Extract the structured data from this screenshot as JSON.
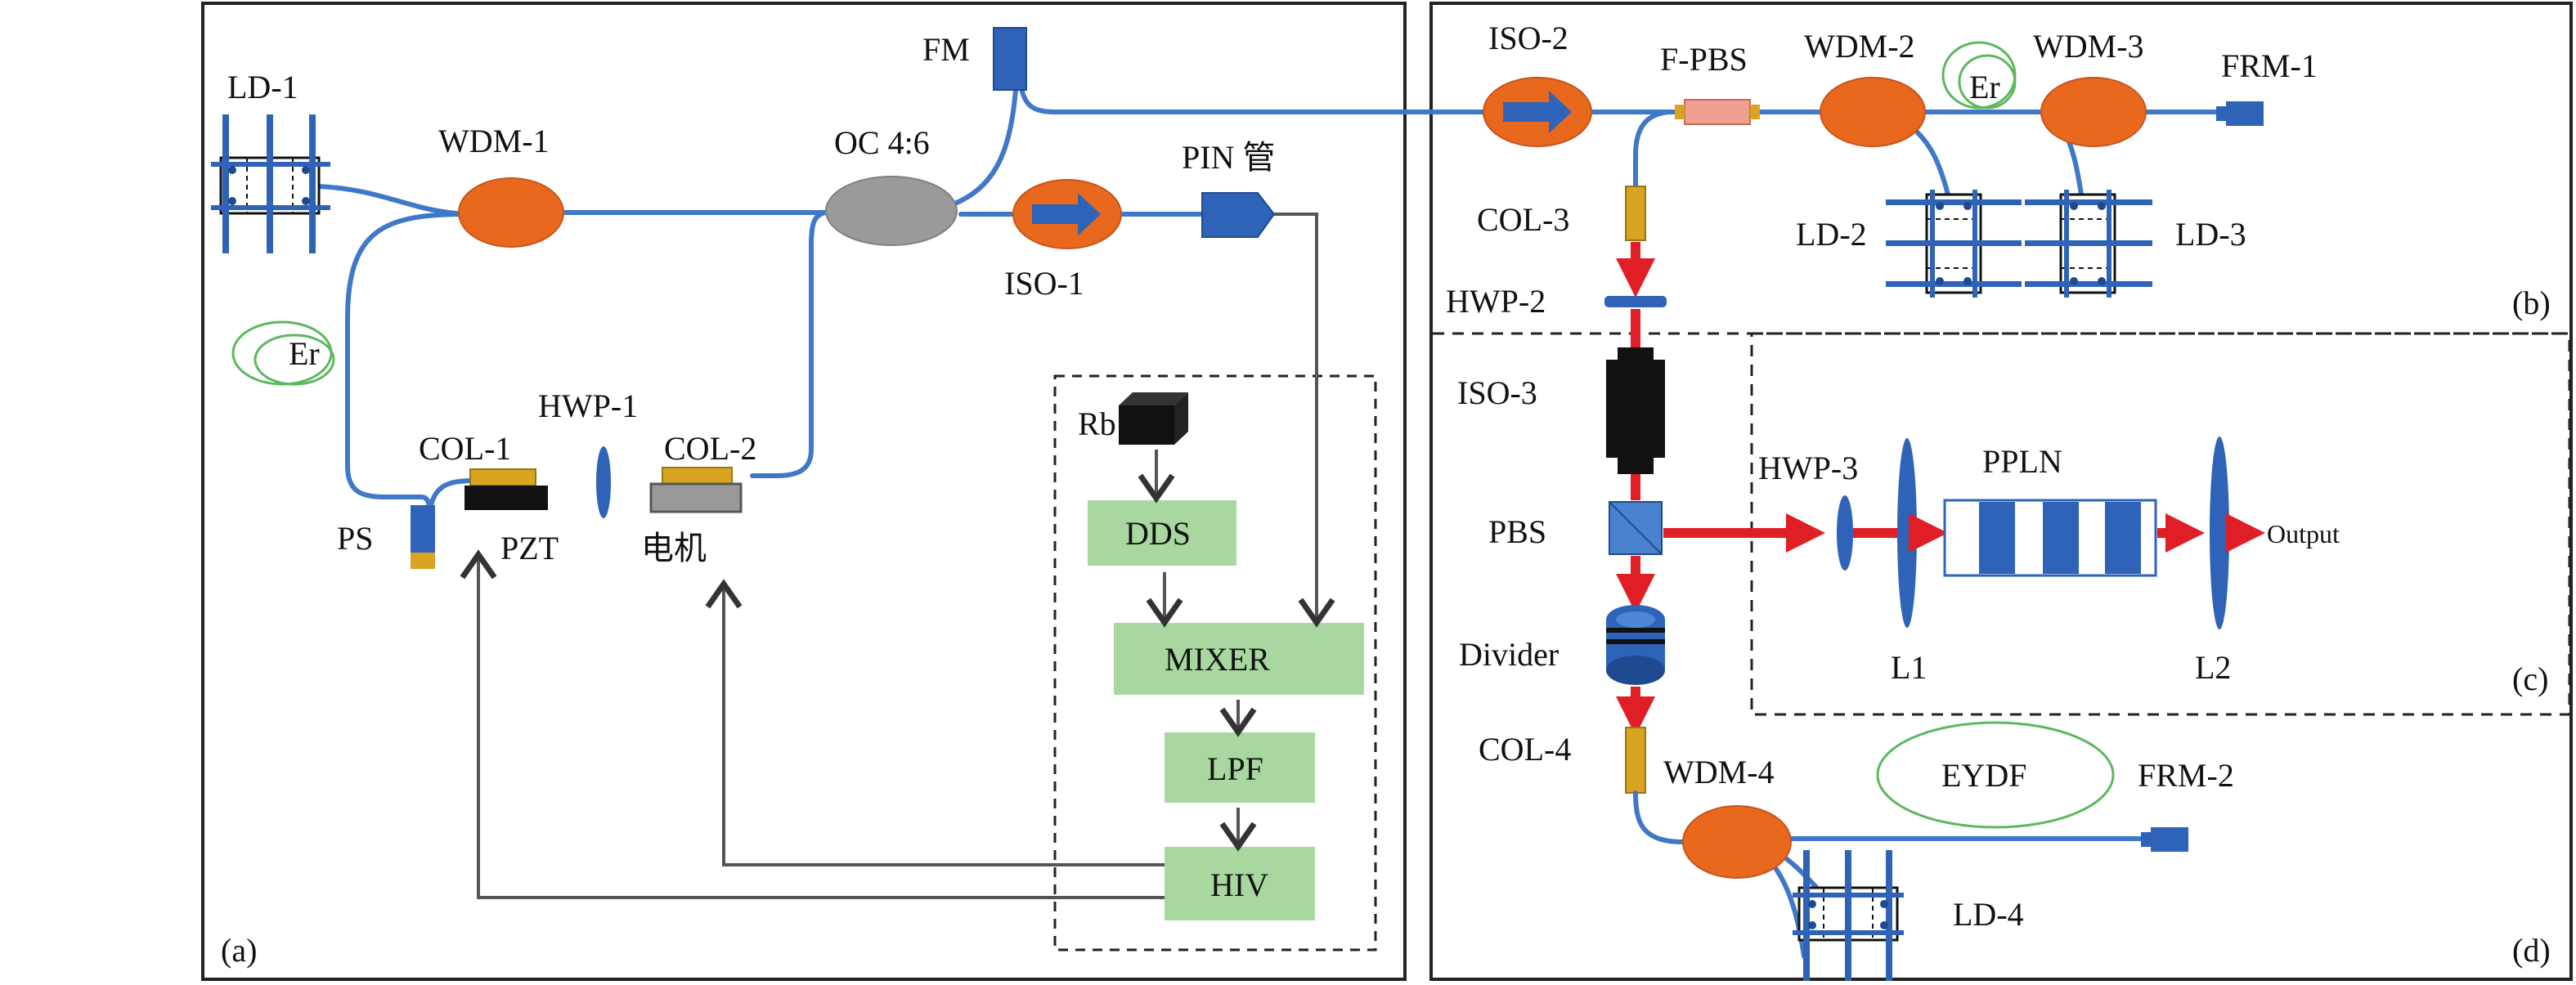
{
  "panels": {
    "a": "(a)",
    "b": "(b)",
    "c": "(c)",
    "d": "(d)"
  },
  "labels": {
    "ld1": "LD-1",
    "wdm1": "WDM-1",
    "oc": "OC 4:6",
    "fm": "FM",
    "pin": "PIN 管",
    "iso1": "ISO-1",
    "er1": "Er",
    "hwp1": "HWP-1",
    "col1": "COL-1",
    "col2": "COL-2",
    "ps": "PS",
    "pzt": "PZT",
    "motor": "电机",
    "rb": "Rb",
    "dds": "DDS",
    "mixer": "MIXER",
    "lpf": "LPF",
    "hiv": "HIV",
    "iso2": "ISO-2",
    "fpbs": "F-PBS",
    "wdm2": "WDM-2",
    "er2": "Er",
    "wdm3": "WDM-3",
    "frm1": "FRM-1",
    "col3": "COL-3",
    "ld2": "LD-2",
    "ld3": "LD-3",
    "hwp2": "HWP-2",
    "iso3": "ISO-3",
    "pbs": "PBS",
    "hwp3": "HWP-3",
    "ppln": "PPLN",
    "output": "Output",
    "l1": "L1",
    "l2": "L2",
    "divider": "Divider",
    "col4": "COL-4",
    "wdm4": "WDM-4",
    "eydf": "EYDF",
    "frm2": "FRM-2",
    "ld4": "LD-4"
  },
  "colors": {
    "fiber": "#3f78c8",
    "wdm": "#e8681e",
    "beam": "#e01e25",
    "control_box": "#a8d8a0"
  }
}
